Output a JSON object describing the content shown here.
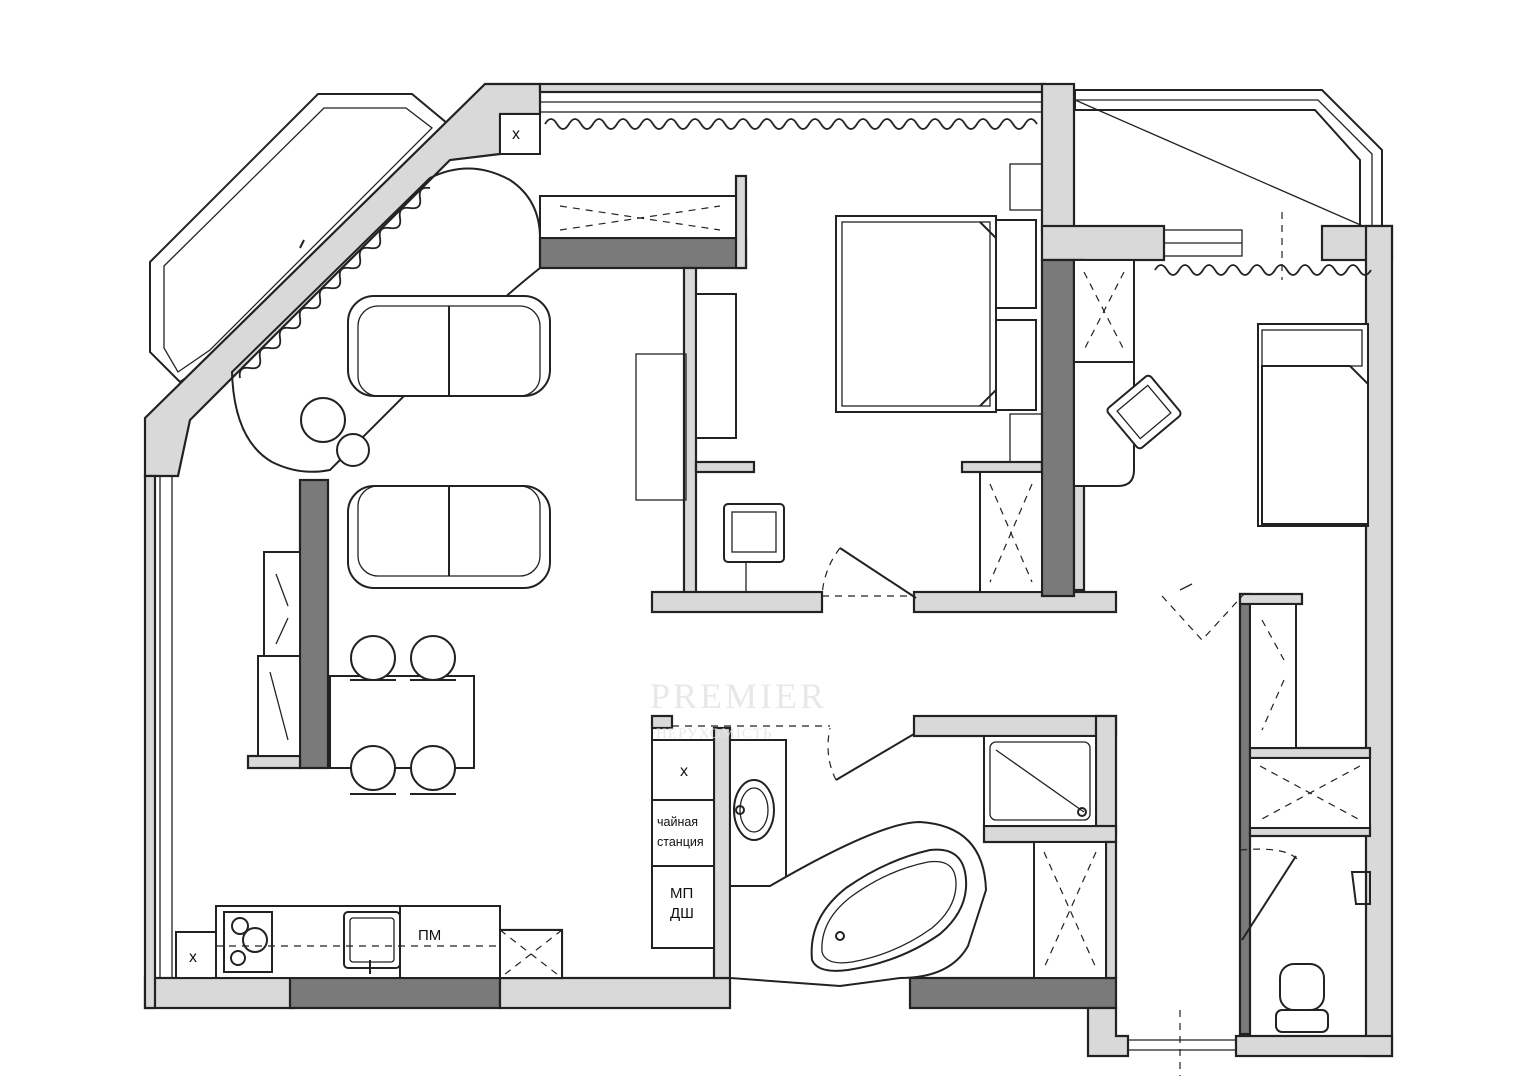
{
  "labels": {
    "cabinet_x": "х",
    "tea_station_line1": "чайная",
    "tea_station_line2": "станция",
    "mp": "МП",
    "dsh": "ДШ",
    "pm": "ПМ",
    "corner_x_top": "х",
    "corner_x_kitchen": "х"
  },
  "watermark": {
    "brand": "PREMIER",
    "sub": "НЕРУХОМІСТЬ"
  },
  "colors": {
    "wall_fill": "#d9d9d9",
    "dark_wall": "#7a7a7a",
    "line": "#222222"
  }
}
